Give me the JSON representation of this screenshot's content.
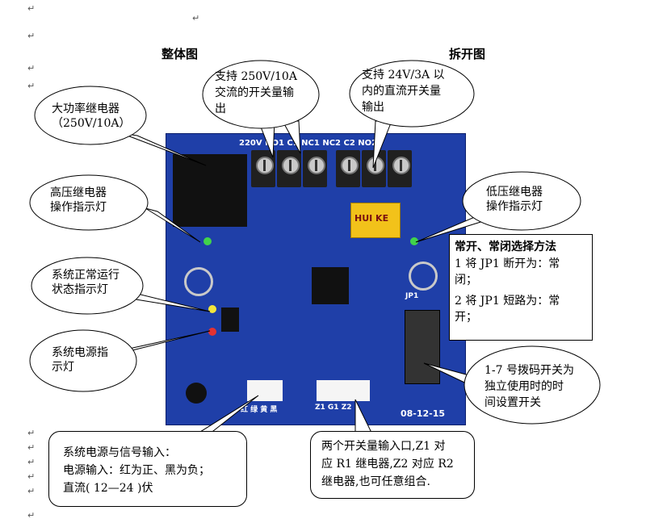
{
  "page": {
    "paragraph_mark": "↵",
    "heading_left": "整体图",
    "heading_right": "拆开图"
  },
  "callouts": {
    "relay_big": [
      "大功率继电器",
      "（250V/10A）"
    ],
    "ac_output": [
      "支持 250V/10A",
      "交流的开关量输",
      "出"
    ],
    "dc_output": [
      "支持 24V/3A 以",
      "内的直流开关量",
      "输出"
    ],
    "hv_led": [
      "高压继电器",
      "操作指示灯"
    ],
    "lv_led": [
      "低压继电器",
      "操作指示灯"
    ],
    "run_led": [
      "系统正常运行",
      "状态指示灯"
    ],
    "power_led": [
      "系统电源指",
      "示灯"
    ],
    "dip_switch": [
      "1-7 号拨码开关为",
      "独立使用时的时",
      "间设置开关"
    ],
    "power_input": [
      "系统电源与信号输入：",
      "电源输入：红为正、黑为负；",
      "直流( 12—24 )伏"
    ],
    "switch_input": [
      "两个开关量输入口,Z1 对",
      "应 R1 继电器,Z2 对应 R2",
      "继电器,也可任意组合."
    ]
  },
  "select_note": {
    "title": "常开、常闭选择方法",
    "lines": [
      "1 将 JP1 断开为：常",
      "闭；",
      "2 将 JP1 短路为：常",
      "开；"
    ]
  },
  "board_labels": {
    "terminals": "220V NO1  C1  NC1  NC2  C2  NO2",
    "relay_brand": "HUI KE",
    "date": "08-12-15",
    "jp1": "JP1",
    "z_ports": "Z1  G1  Z2",
    "colors": "红 绿 黄 黑"
  }
}
